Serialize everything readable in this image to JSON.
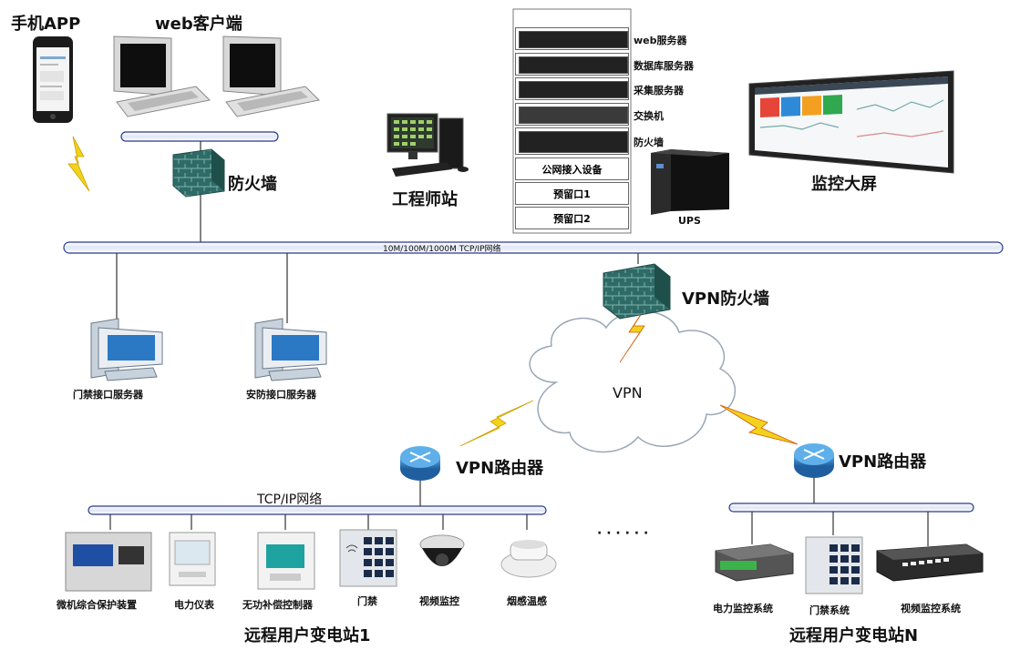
{
  "top": {
    "mobile_app": "手机APP",
    "web_client": "web客户端",
    "firewall": "防火墙",
    "engineer_station": "工程师站",
    "monitor_wall": "监控大屏",
    "ups": "UPS"
  },
  "rack": {
    "web_server": "web服务器",
    "db_server": "数据库服务器",
    "collect_server": "采集服务器",
    "switch": "交换机",
    "firewall": "防火墙",
    "public_access": "公网接入设备",
    "reserved1": "预留口1",
    "reserved2": "预留口2"
  },
  "network": {
    "main_bus": "10M/100M/1000M TCP/IP网络",
    "vpn_firewall": "VPN防火墙",
    "vpn_cloud": "VPN",
    "vpn_router_left": "VPN路由器",
    "vpn_router_right": "VPN路由器",
    "tcpip_net": "TCP/IP网络",
    "ellipsis": "· · · · · ·"
  },
  "servers": {
    "access_control": "门禁接口服务器",
    "security": "安防接口服务器"
  },
  "station1": {
    "title": "远程用户变电站1",
    "devices": [
      "微机综合保护装置",
      "电力仪表",
      "无功补偿控制器",
      "门禁",
      "视频监控",
      "烟感温感"
    ]
  },
  "stationN": {
    "title": "远程用户变电站N",
    "devices": [
      "电力监控系统",
      "门禁系统",
      "视频监控系统"
    ]
  },
  "colors": {
    "bus_stroke": "#2a3a8a",
    "firewall_green": "#2f6f6a",
    "router_blue": "#2a7fc4",
    "lightning": "#f2d21b",
    "cloud_edge": "#9aa7b5"
  }
}
